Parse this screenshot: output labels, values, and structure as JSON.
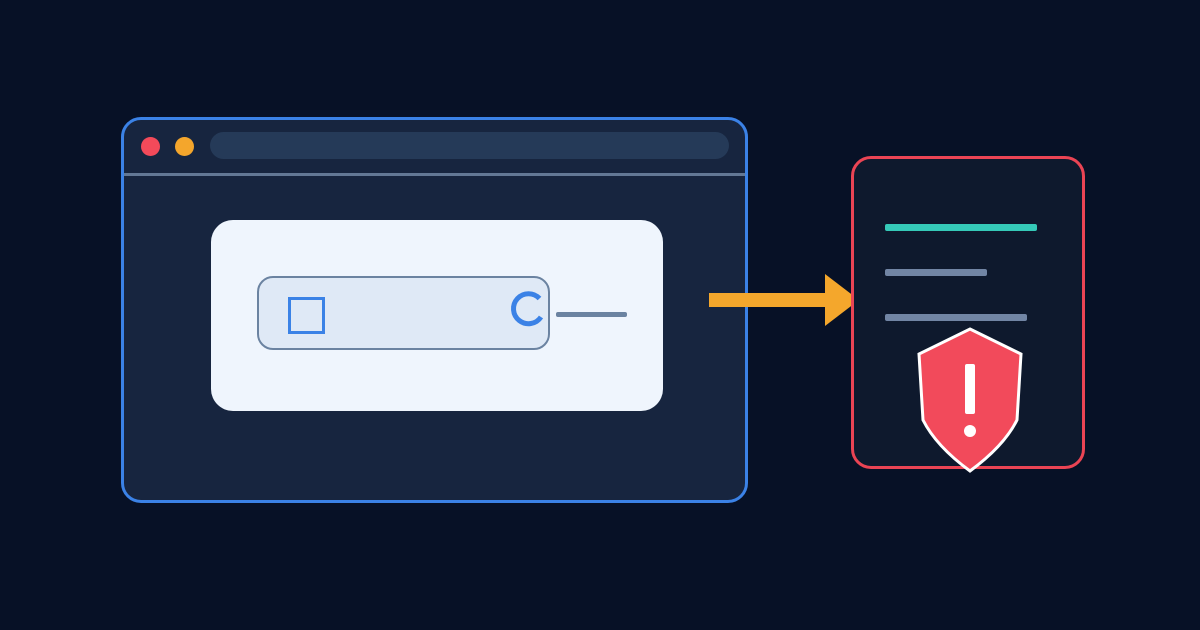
{
  "colors": {
    "background": "#071126",
    "browser_border": "#3b82e6",
    "browser_fill": "#17253f",
    "close_dot": "#f34a5a",
    "minimize_dot": "#f4a62c",
    "address_bar": "#253a58",
    "panel": "#eff5fd",
    "widget": "#dfe9f6",
    "widget_border": "#6b83a1",
    "checkbox": "#3b82e6",
    "spinner": "#3b82e6",
    "arrow": "#f4a72c",
    "log_border": "#ea4454",
    "log_fill": "#0e192d",
    "log_line_accent": "#35c9b8",
    "log_line_muted": "#7185a4",
    "shield": "#f24a5b",
    "shield_outline": "#ffffff"
  },
  "icons": {
    "window_close": "red-dot-icon",
    "window_minimize": "yellow-dot-icon",
    "checkbox": "checkbox-icon",
    "spinner": "loading-spinner-icon",
    "arrow": "right-arrow-icon",
    "shield": "warning-shield-icon"
  },
  "log_lines": [
    {
      "style": "accent"
    },
    {
      "style": "muted"
    },
    {
      "style": "muted"
    }
  ]
}
